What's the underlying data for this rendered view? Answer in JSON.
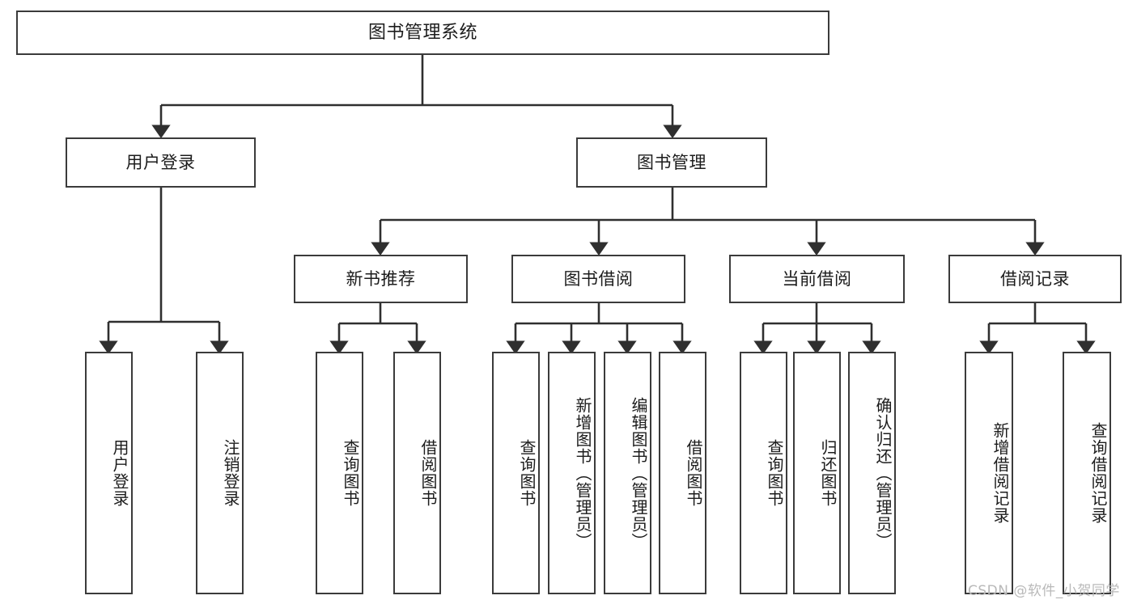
{
  "diagram": {
    "title": "图书管理系统",
    "type": "hierarchy-tree",
    "watermark": "CSDN @软件_小贺同学",
    "colors": {
      "box_border": "#3b3b3b",
      "box_fill": "#ffffff",
      "edge": "#2f2f2f",
      "text": "#1c1c1c",
      "watermark": "#b9b9b9"
    },
    "root": {
      "label": "图书管理系统"
    },
    "level1": [
      {
        "label": "用户登录"
      },
      {
        "label": "图书管理"
      }
    ],
    "level2": [
      {
        "label": "新书推荐"
      },
      {
        "label": "图书借阅"
      },
      {
        "label": "当前借阅"
      },
      {
        "label": "借阅记录"
      }
    ],
    "leaves": {
      "user_login": [
        {
          "label": "用户登录"
        },
        {
          "label": "注销登录"
        }
      ],
      "new_book_recommend": [
        {
          "label": "查询图书"
        },
        {
          "label": "借阅图书"
        }
      ],
      "book_borrow": [
        {
          "label": "查询图书"
        },
        {
          "label": "新增图书（管理员）"
        },
        {
          "label": "编辑图书（管理员）"
        },
        {
          "label": "借阅图书"
        }
      ],
      "current_borrow": [
        {
          "label": "查询图书"
        },
        {
          "label": "归还图书"
        },
        {
          "label": "确认归还（管理员）"
        }
      ],
      "borrow_record": [
        {
          "label": "新增借阅记录"
        },
        {
          "label": "查询借阅记录"
        }
      ]
    }
  }
}
